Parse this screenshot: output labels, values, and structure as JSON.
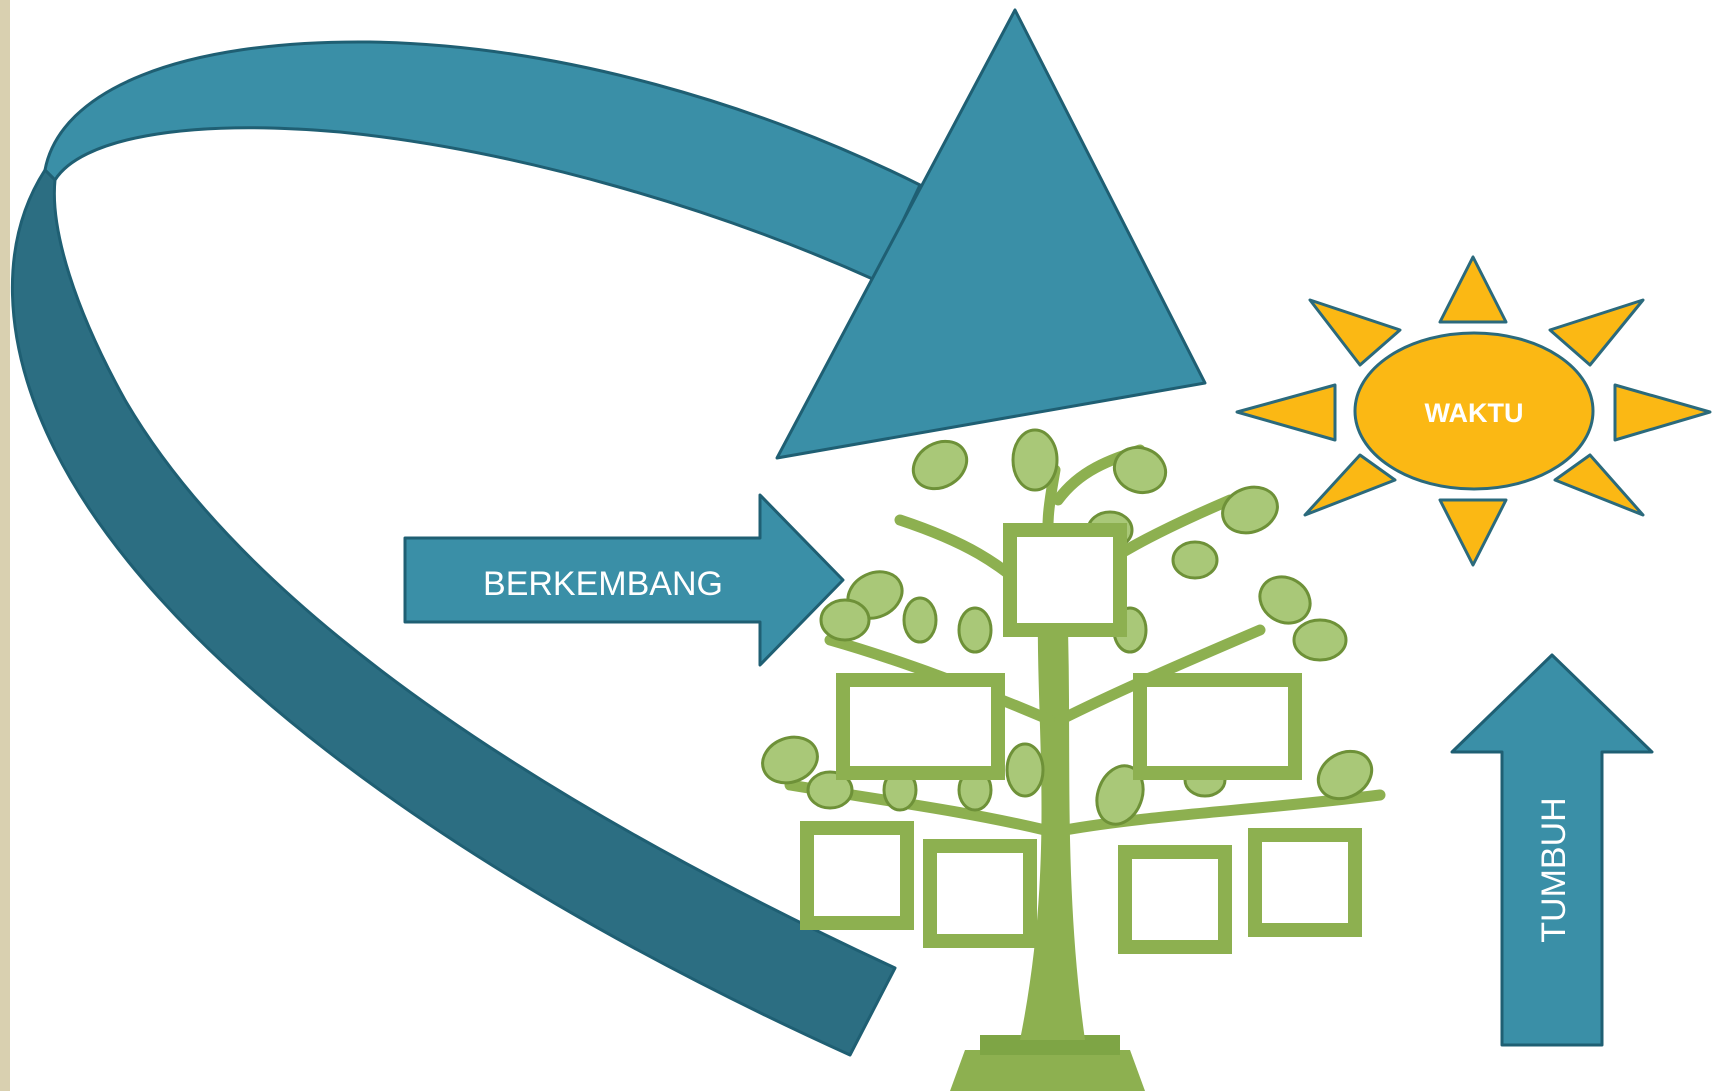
{
  "labels": {
    "sun": "WAKTU",
    "right_arrow": "BERKEMBANG",
    "up_arrow": "TUMBUH"
  },
  "colors": {
    "arrow_teal": "#3a8fa7",
    "arrow_teal_dark": "#2c6e82",
    "arrow_outline": "#1f5f73",
    "sun_fill": "#fbb814",
    "sun_outline": "#2b6a7c",
    "tree_green": "#8db050",
    "tree_green_dark": "#6e9138",
    "leaf_light": "#a9c878",
    "left_border": "#d9d0b0"
  },
  "icons": {
    "curved_arrow": "curved-arrow-icon",
    "tree": "family-tree-icon",
    "sun": "sun-icon"
  }
}
